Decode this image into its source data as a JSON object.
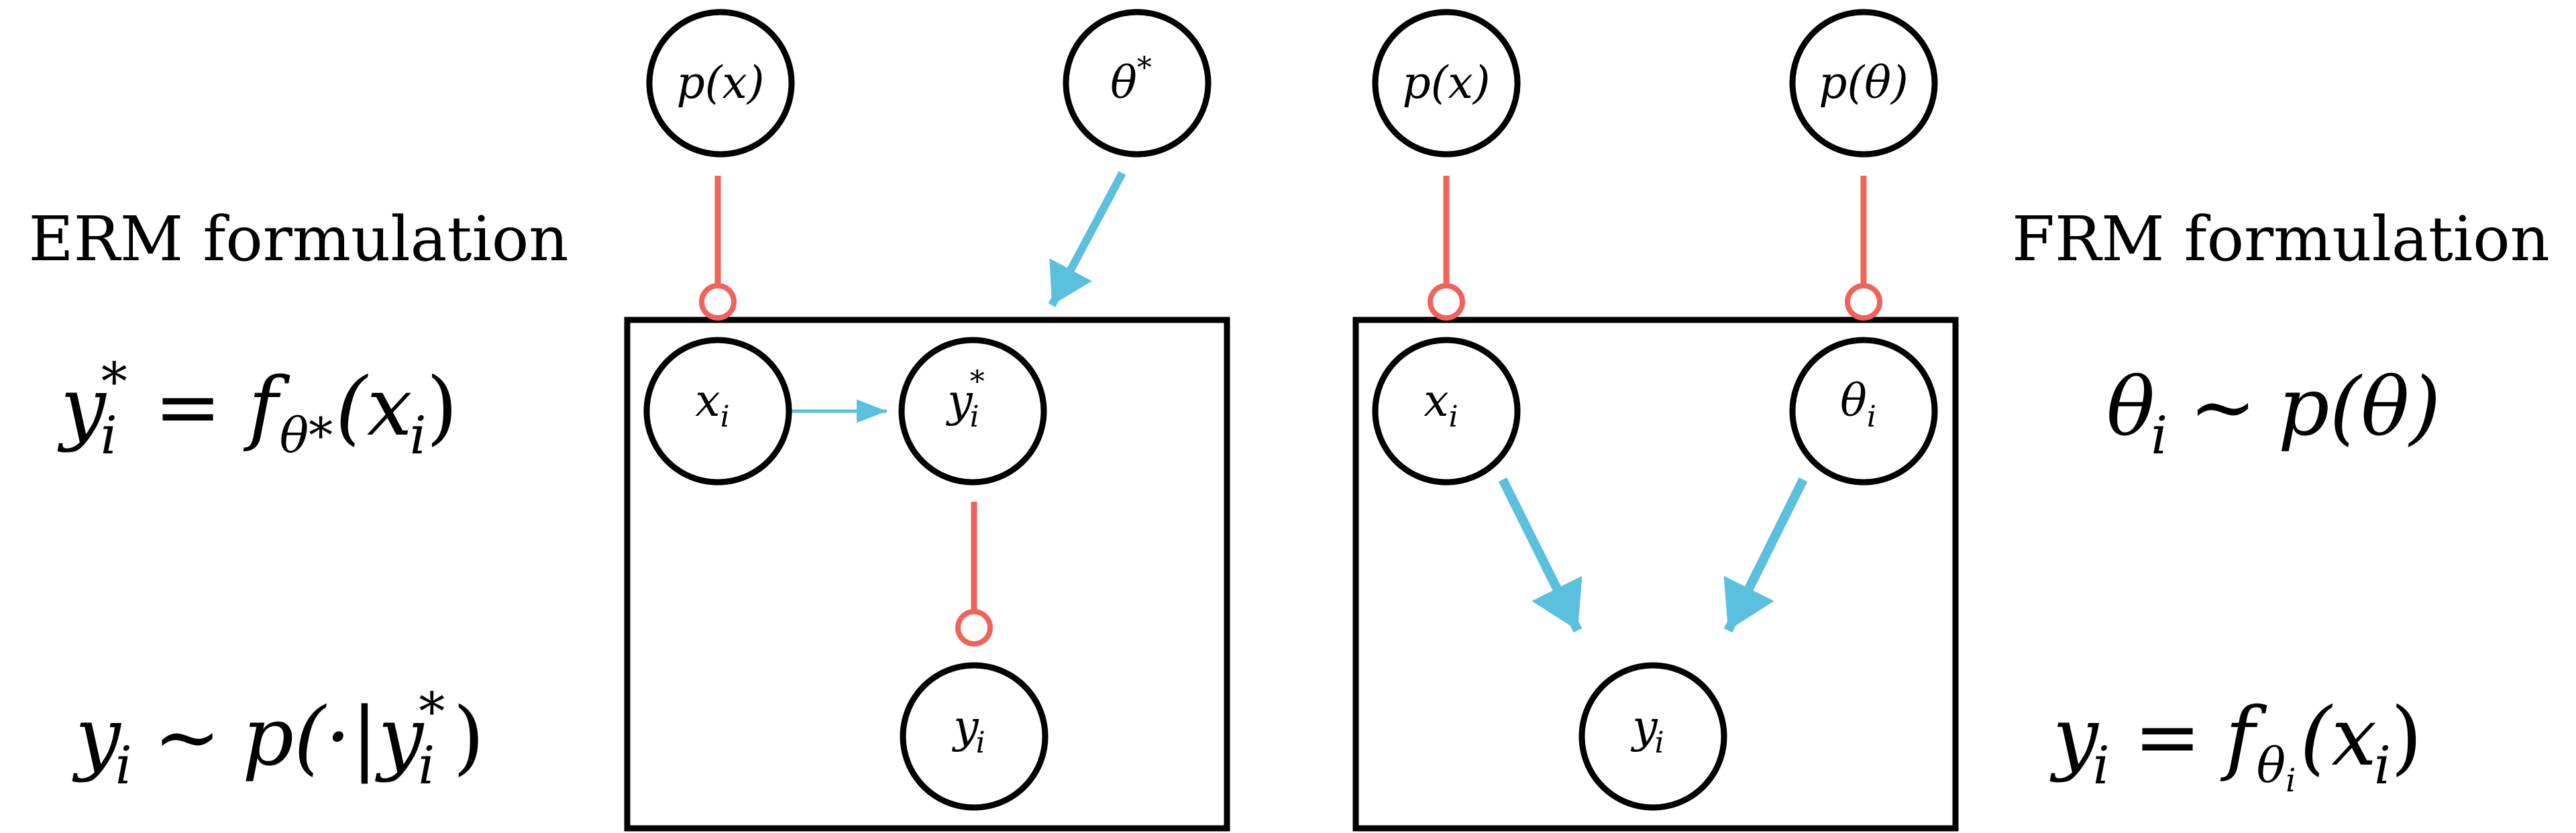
{
  "colors": {
    "sampling": "#f0625a",
    "deterministic": "#5bc0de",
    "ink": "#000000"
  },
  "left": {
    "heading": "ERM formulation",
    "eq1": {
      "lhs": "y",
      "lhs_sub": "i",
      "lhs_sup": "*",
      "op": "=",
      "fn": "f",
      "fn_sub": "θ*",
      "arg": "(x",
      "arg_sub": "i",
      "close": ")"
    },
    "eq2": {
      "lhs": "y",
      "lhs_sub": "i",
      "op": "~",
      "rhs": "p(·|y",
      "rhs_sub": "i",
      "rhs_sup": "*",
      "close": ")"
    },
    "nodes": {
      "px": "p(x)",
      "theta_star": {
        "base": "θ",
        "sup": "*"
      },
      "xi": {
        "base": "x",
        "sub": "i"
      },
      "yi_star": {
        "base": "y",
        "sub": "i",
        "sup": "*"
      },
      "yi": {
        "base": "y",
        "sub": "i"
      }
    }
  },
  "right": {
    "heading": "FRM formulation",
    "eq1": {
      "lhs": "θ",
      "lhs_sub": "i",
      "op": "~",
      "rhs": "p(θ)"
    },
    "eq2": {
      "lhs": "y",
      "lhs_sub": "i",
      "op": "=",
      "fn": "f",
      "fn_sub": "θ",
      "fn_subsub": "i",
      "arg": "(x",
      "arg_sub": "i",
      "close": ")"
    },
    "nodes": {
      "px": "p(x)",
      "ptheta": "p(θ)",
      "xi": {
        "base": "x",
        "sub": "i"
      },
      "thetai": {
        "base": "θ",
        "sub": "i"
      },
      "yi": {
        "base": "y",
        "sub": "i"
      }
    }
  }
}
